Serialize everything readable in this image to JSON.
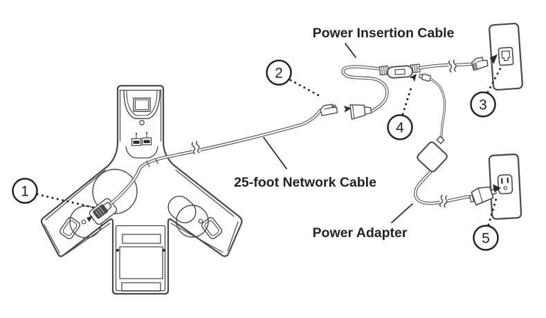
{
  "diagram": {
    "description": "Conference phone cabling setup diagram",
    "labels": {
      "power_insertion_cable": "Power Insertion Cable",
      "network_cable": "25-foot Network Cable",
      "power_adapter": "Power Adapter"
    },
    "callouts": [
      {
        "number": "1"
      },
      {
        "number": "2"
      },
      {
        "number": "3"
      },
      {
        "number": "4"
      },
      {
        "number": "5"
      }
    ],
    "colors": {
      "line": "#47474a",
      "accent_text": "#232326",
      "background": "#ffffff"
    }
  }
}
